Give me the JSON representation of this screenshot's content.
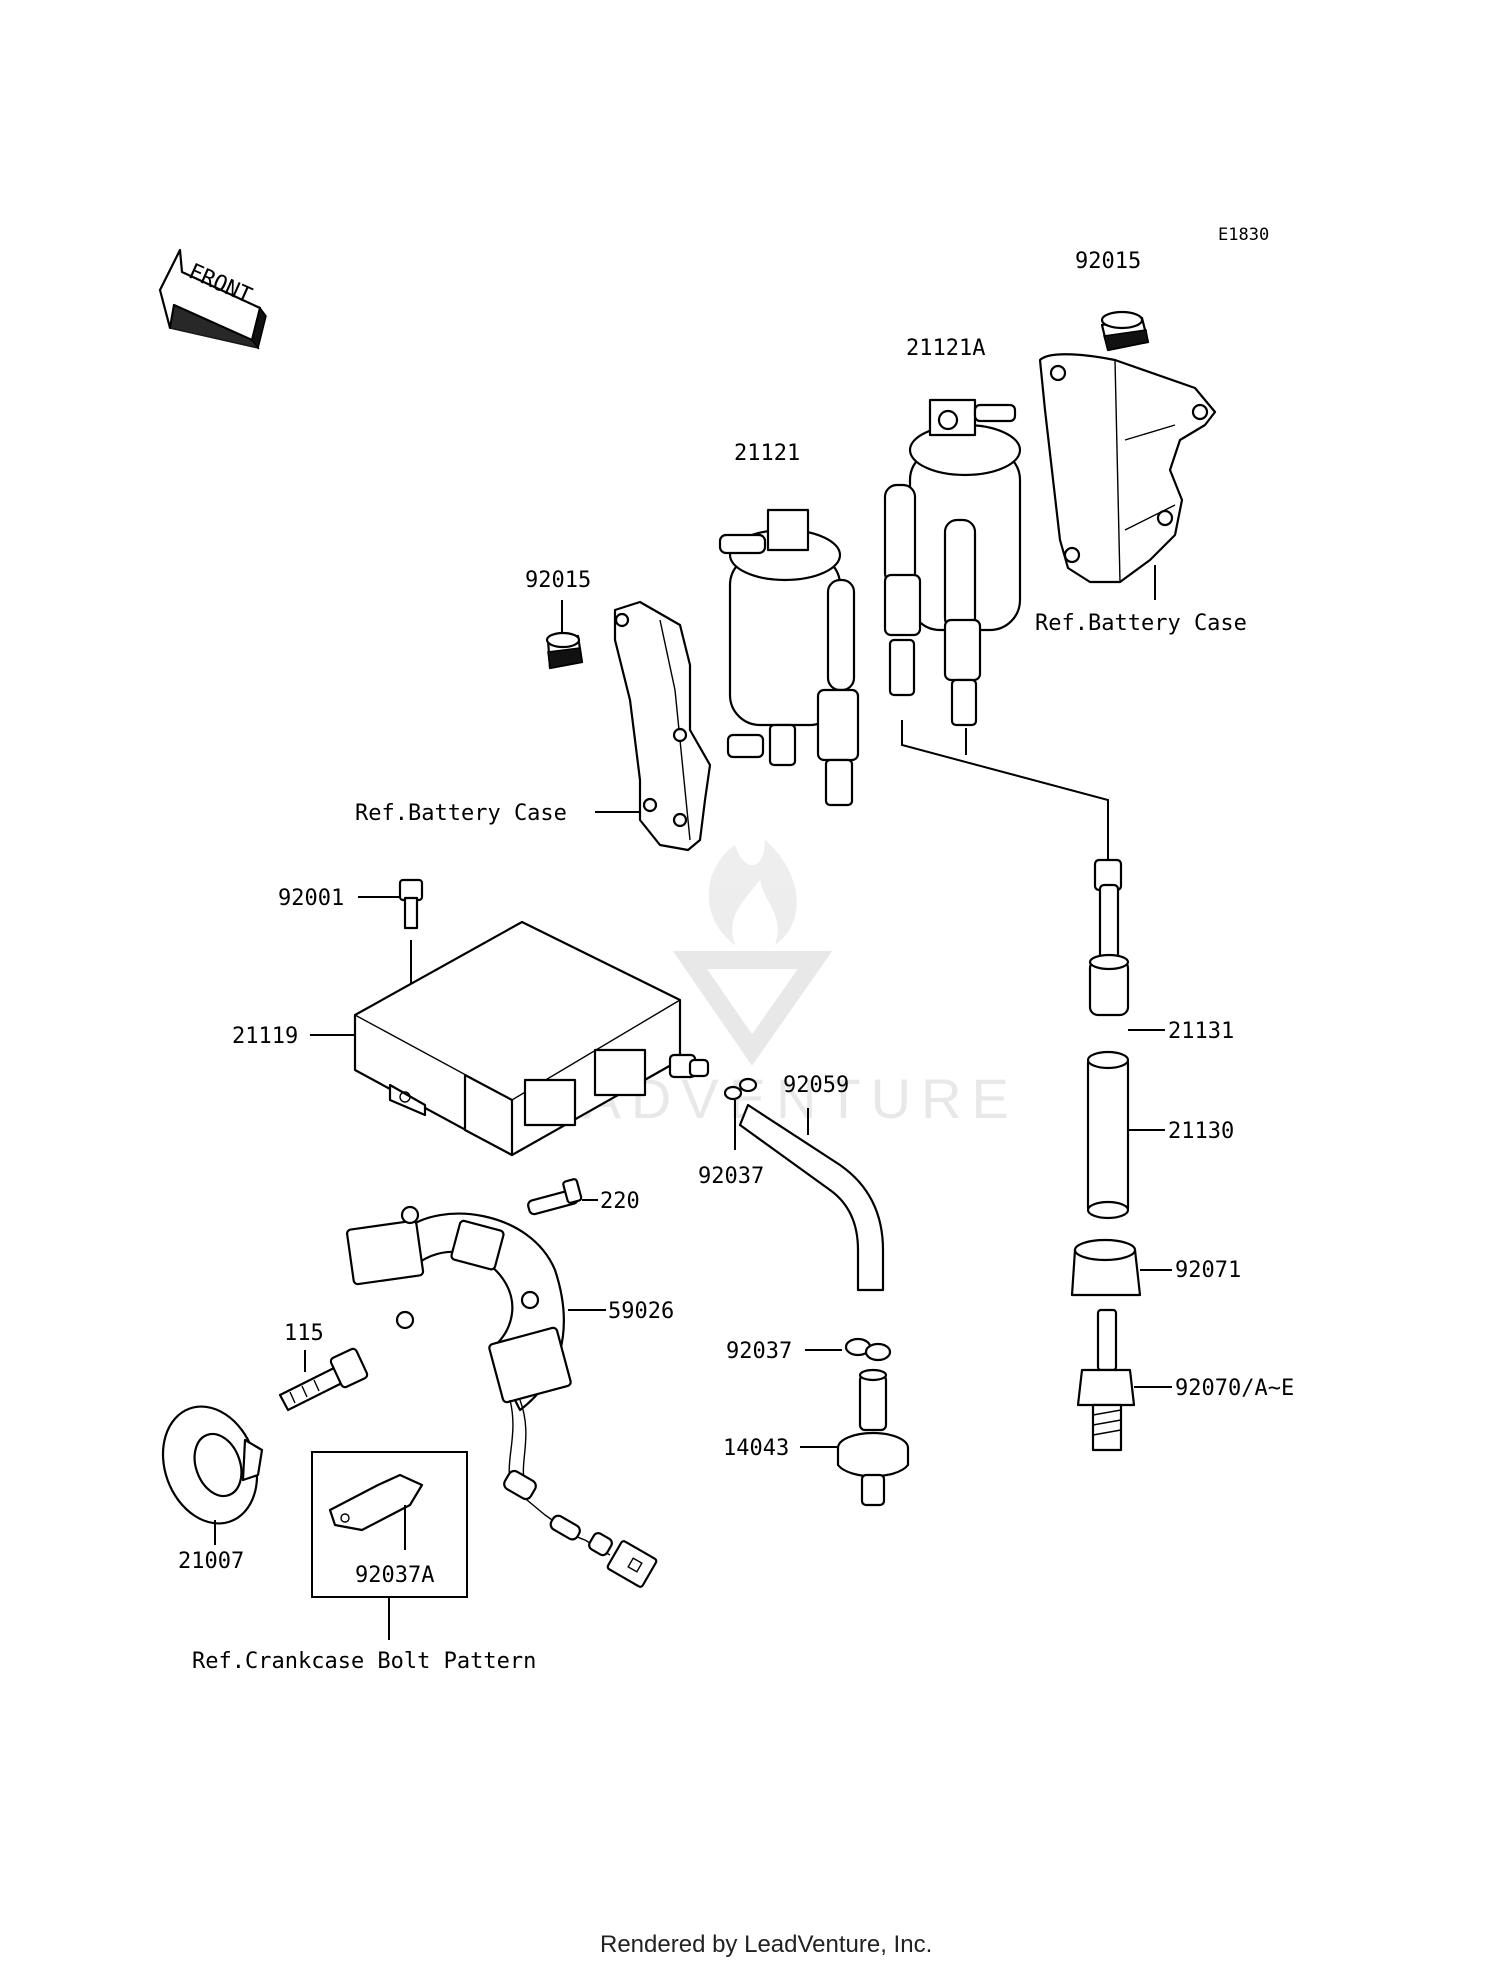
{
  "diagram_code": "E1830",
  "front_arrow": "FRONT",
  "watermark": "LEADVENTURE",
  "parts": {
    "p92015_top": "92015",
    "p21121A": "21121A",
    "p21121": "21121",
    "p92015_left": "92015",
    "p92001": "92001",
    "p21119": "21119",
    "p21131": "21131",
    "p21130": "21130",
    "p92059": "92059",
    "p92037_upper": "92037",
    "p220": "220",
    "p59026": "59026",
    "p92071": "92071",
    "p115": "115",
    "p92037_lower": "92037",
    "p92070": "92070/A~E",
    "p14043": "14043",
    "p21007": "21007",
    "p92037A": "92037A"
  },
  "references": {
    "battery_case_right": "Ref.Battery Case",
    "battery_case_left": "Ref.Battery Case",
    "crankcase_bolt": "Ref.Crankcase Bolt Pattern"
  },
  "footer": "Rendered by LeadVenture, Inc."
}
